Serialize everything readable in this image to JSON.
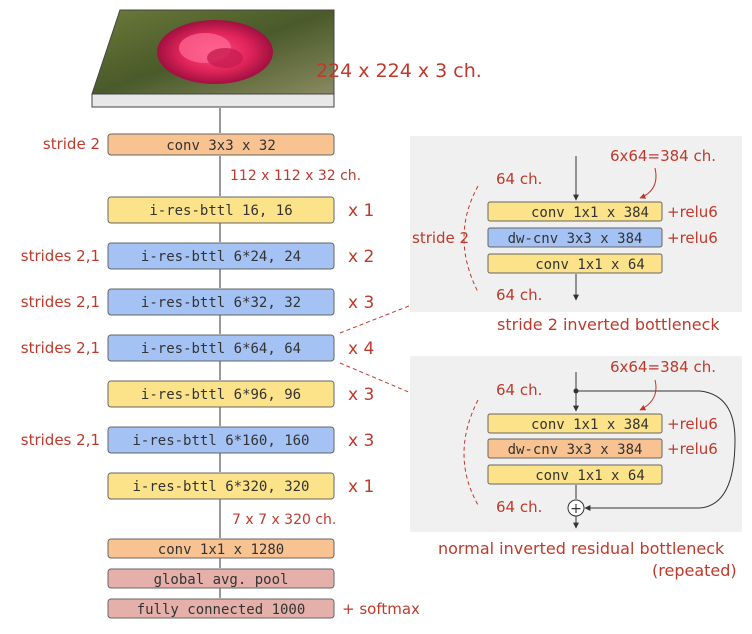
{
  "input": {
    "dims": "224 x 224 x 3 ch."
  },
  "main_column": {
    "blocks": [
      {
        "label": "conv 3x3 x 32",
        "color": "#f8c291",
        "left_note": "stride 2",
        "right_note": ""
      },
      {
        "label": "i-res-bttl 16,   16",
        "color": "#fce38a",
        "left_note": "",
        "right_note": "x 1"
      },
      {
        "label": "i-res-bttl 6*24, 24",
        "color": "#a4c2f4",
        "left_note": "strides 2,1",
        "right_note": "x 2"
      },
      {
        "label": "i-res-bttl 6*32, 32",
        "color": "#a4c2f4",
        "left_note": "strides 2,1",
        "right_note": "x 3"
      },
      {
        "label": "i-res-bttl 6*64, 64",
        "color": "#a4c2f4",
        "left_note": "strides 2,1",
        "right_note": "x 4"
      },
      {
        "label": "i-res-bttl 6*96, 96",
        "color": "#fce38a",
        "left_note": "",
        "right_note": "x 3"
      },
      {
        "label": "i-res-bttl 6*160, 160",
        "color": "#a4c2f4",
        "left_note": "strides 2,1",
        "right_note": "x 3"
      },
      {
        "label": "i-res-bttl 6*320, 320",
        "color": "#fce38a",
        "left_note": "",
        "right_note": "x 1"
      },
      {
        "label": "conv 1x1 x 1280",
        "color": "#f8c291",
        "left_note": "",
        "right_note": ""
      },
      {
        "label": "global avg. pool",
        "color": "#e6b0aa",
        "left_note": "",
        "right_note": ""
      },
      {
        "label": "fully connected 1000",
        "color": "#e6b0aa",
        "left_note": "",
        "right_note": "+ softmax"
      }
    ],
    "dim_after_first": "112 x 112 x 32 ch.",
    "dim_before_head": "7 x 7 x 320 ch."
  },
  "stride2_panel": {
    "title": "stride 2 inverted bottleneck",
    "expansion_note": "6x64=384 ch.",
    "in_channels": "64 ch.",
    "out_channels": "64 ch.",
    "side_note": "stride 2",
    "layers": [
      {
        "label": "conv 1x1 x 384",
        "color": "#fce38a",
        "activation": "+relu6"
      },
      {
        "label": "dw-cnv 3x3 x 384",
        "color": "#a4c2f4",
        "activation": "+relu6"
      },
      {
        "label": "conv 1x1 x  64",
        "color": "#fce38a",
        "activation": ""
      }
    ]
  },
  "residual_panel": {
    "title": "normal inverted residual bottleneck",
    "subtitle": "(repeated)",
    "expansion_note": "6x64=384 ch.",
    "in_channels": "64 ch.",
    "out_channels": "64 ch.",
    "add_symbol": "+",
    "layers": [
      {
        "label": "conv 1x1 x 384",
        "color": "#fce38a",
        "activation": "+relu6"
      },
      {
        "label": "dw-cnv 3x3 x 384",
        "color": "#f8c291",
        "activation": "+relu6"
      },
      {
        "label": "conv 1x1 x  64",
        "color": "#fce38a",
        "activation": ""
      }
    ]
  }
}
